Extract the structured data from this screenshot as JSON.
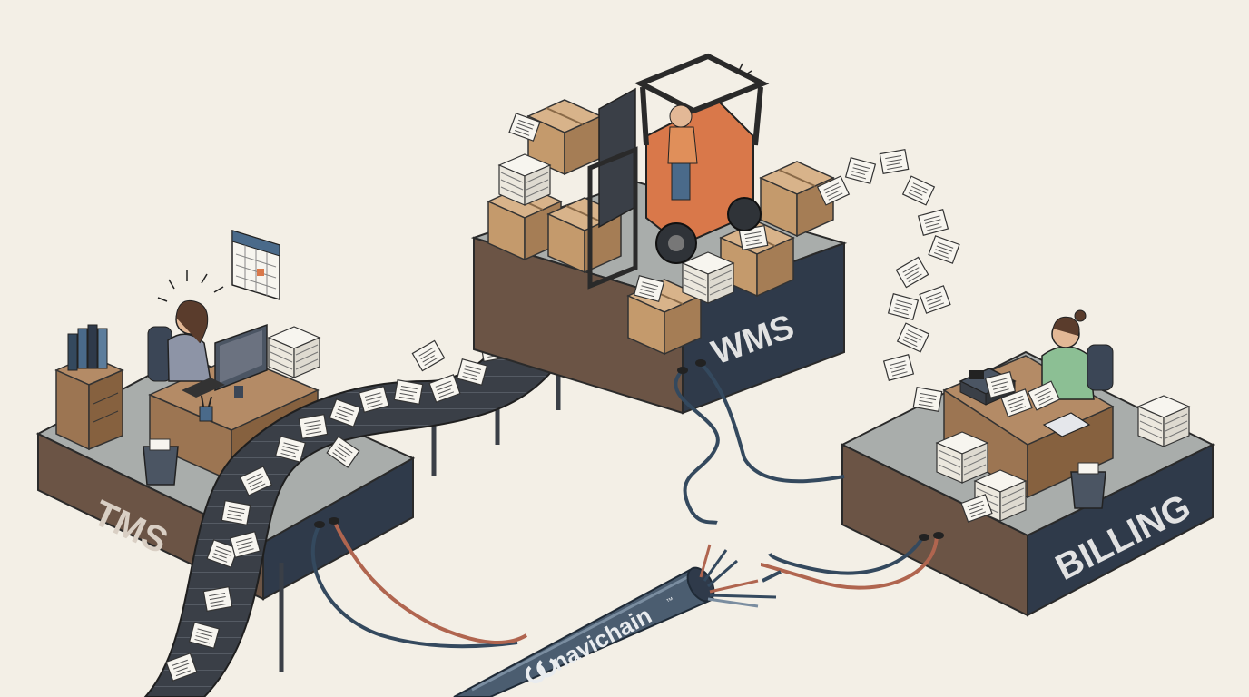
{
  "platforms": {
    "tms": {
      "label": "TMS"
    },
    "wms": {
      "label": "WMS"
    },
    "billing": {
      "label": "BILLING"
    }
  },
  "cable": {
    "brand": "navichain",
    "trademark": "™"
  },
  "colors": {
    "background": "#f3efe6",
    "platform_top": "#a9adab",
    "platform_dark_side": "#2f3a4a",
    "platform_brown_side": "#6b5445",
    "conveyor_belt": "#3a3f47",
    "paper": "#f7f5ef",
    "cardboard": "#c9a27a",
    "forklift_orange": "#d9784a",
    "wire_red": "#b0654f",
    "wire_blue": "#34495e",
    "cable_body": "#4b5d70"
  },
  "icons": [
    "calendar-icon",
    "stress-marks-icon",
    "fax-machine-icon",
    "calculator-icon",
    "trash-bin-icon",
    "binders-icon"
  ]
}
